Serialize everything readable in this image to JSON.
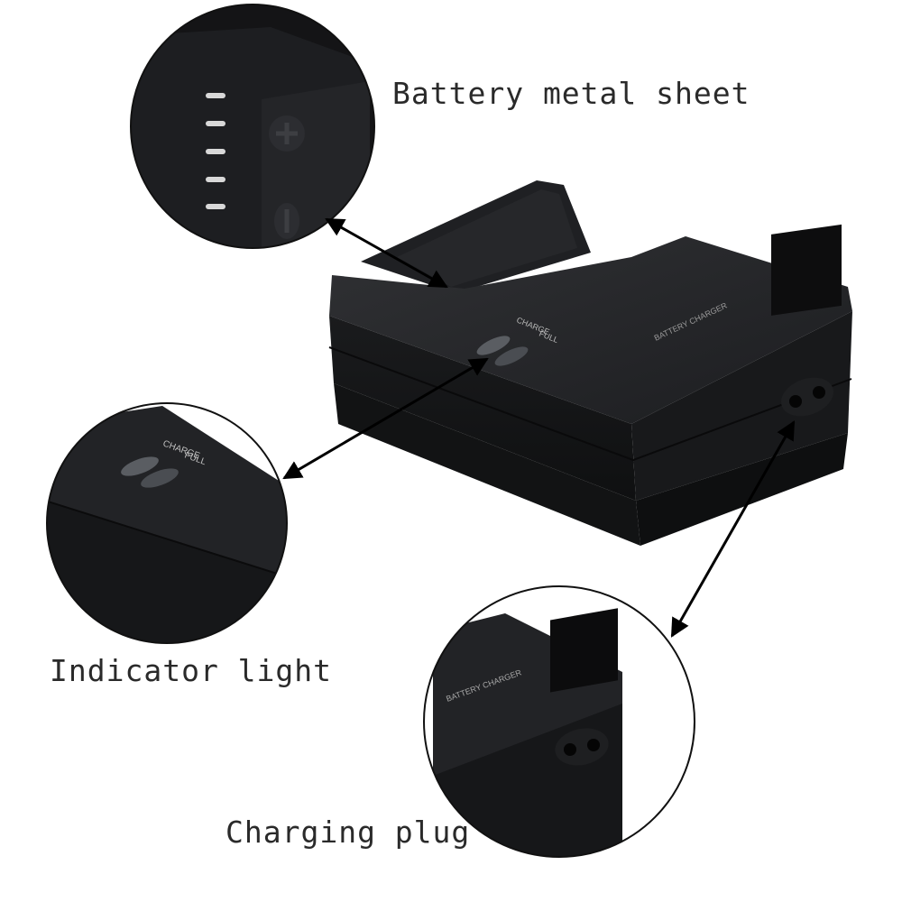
{
  "callouts": {
    "battery_metal_sheet": "Battery metal sheet",
    "indicator_light": "Indicator light",
    "charging_plug": "Charging plug"
  },
  "product_labels": {
    "charge": "CHARGE",
    "full": "FULL",
    "battery_charger": "BATTERY CHARGER"
  },
  "colors": {
    "background": "#ffffff",
    "body": "#1d1e20",
    "body_top": "#2a2b2e",
    "body_side": "#141517",
    "ring": "#111111",
    "arrow": "#000000",
    "text": "#2a2a2a",
    "led": "#5a5d62"
  }
}
